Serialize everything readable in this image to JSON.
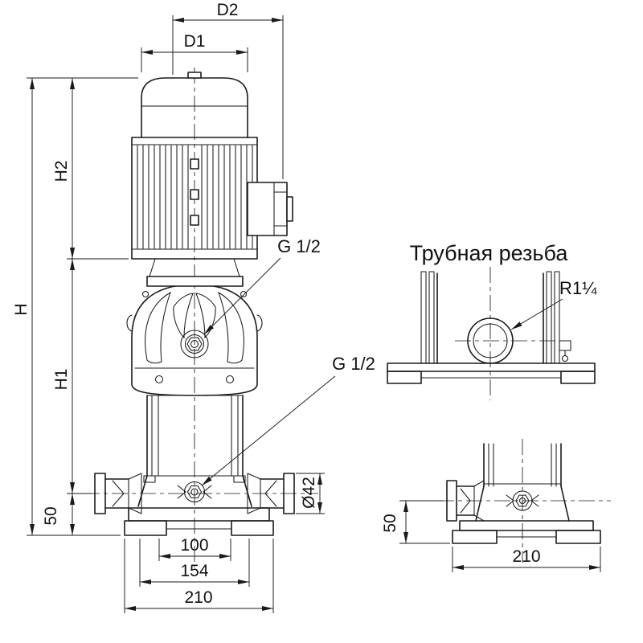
{
  "main_view": {
    "dims": {
      "d2": "D2",
      "d1": "D1",
      "h2": "H2",
      "h": "H",
      "h1": "H1",
      "base_height": "50",
      "bolt_span": "100",
      "flange_span": "154",
      "base_width": "210",
      "port_diameter": "Ø42",
      "gauge_port": "G 1/2",
      "drain_port": "G 1/2"
    }
  },
  "side_view": {
    "title": "Трубная резьба",
    "dims": {
      "pipe_thread": "R1¼",
      "base_height": "50",
      "base_width": "210"
    }
  }
}
